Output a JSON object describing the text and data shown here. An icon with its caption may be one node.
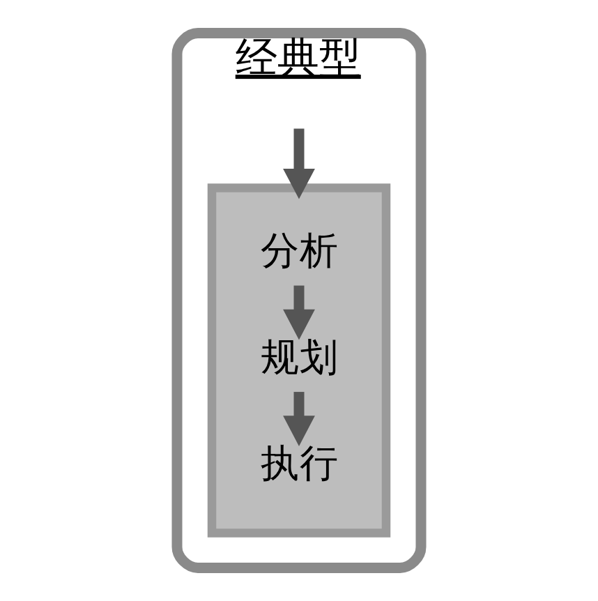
{
  "diagram": {
    "nodes": [
      {
        "text": [
          "经典型"
        ]
      },
      {
        "text": [],
        "shape": "box",
        "in": 0
      },
      {
        "text": [
          "分析"
        ],
        "in": 1
      },
      {
        "text": [
          "规划"
        ],
        "in": 1
      },
      {
        "text": [
          "执行"
        ],
        "in": 1
      }
    ],
    "edges": [
      {
        "from": null,
        "to": 1,
        "arrow": "to"
      },
      {
        "from": 2,
        "to": 3,
        "arrow": "to"
      },
      {
        "from": 3,
        "to": 4,
        "arrow": "to"
      }
    ]
  }
}
